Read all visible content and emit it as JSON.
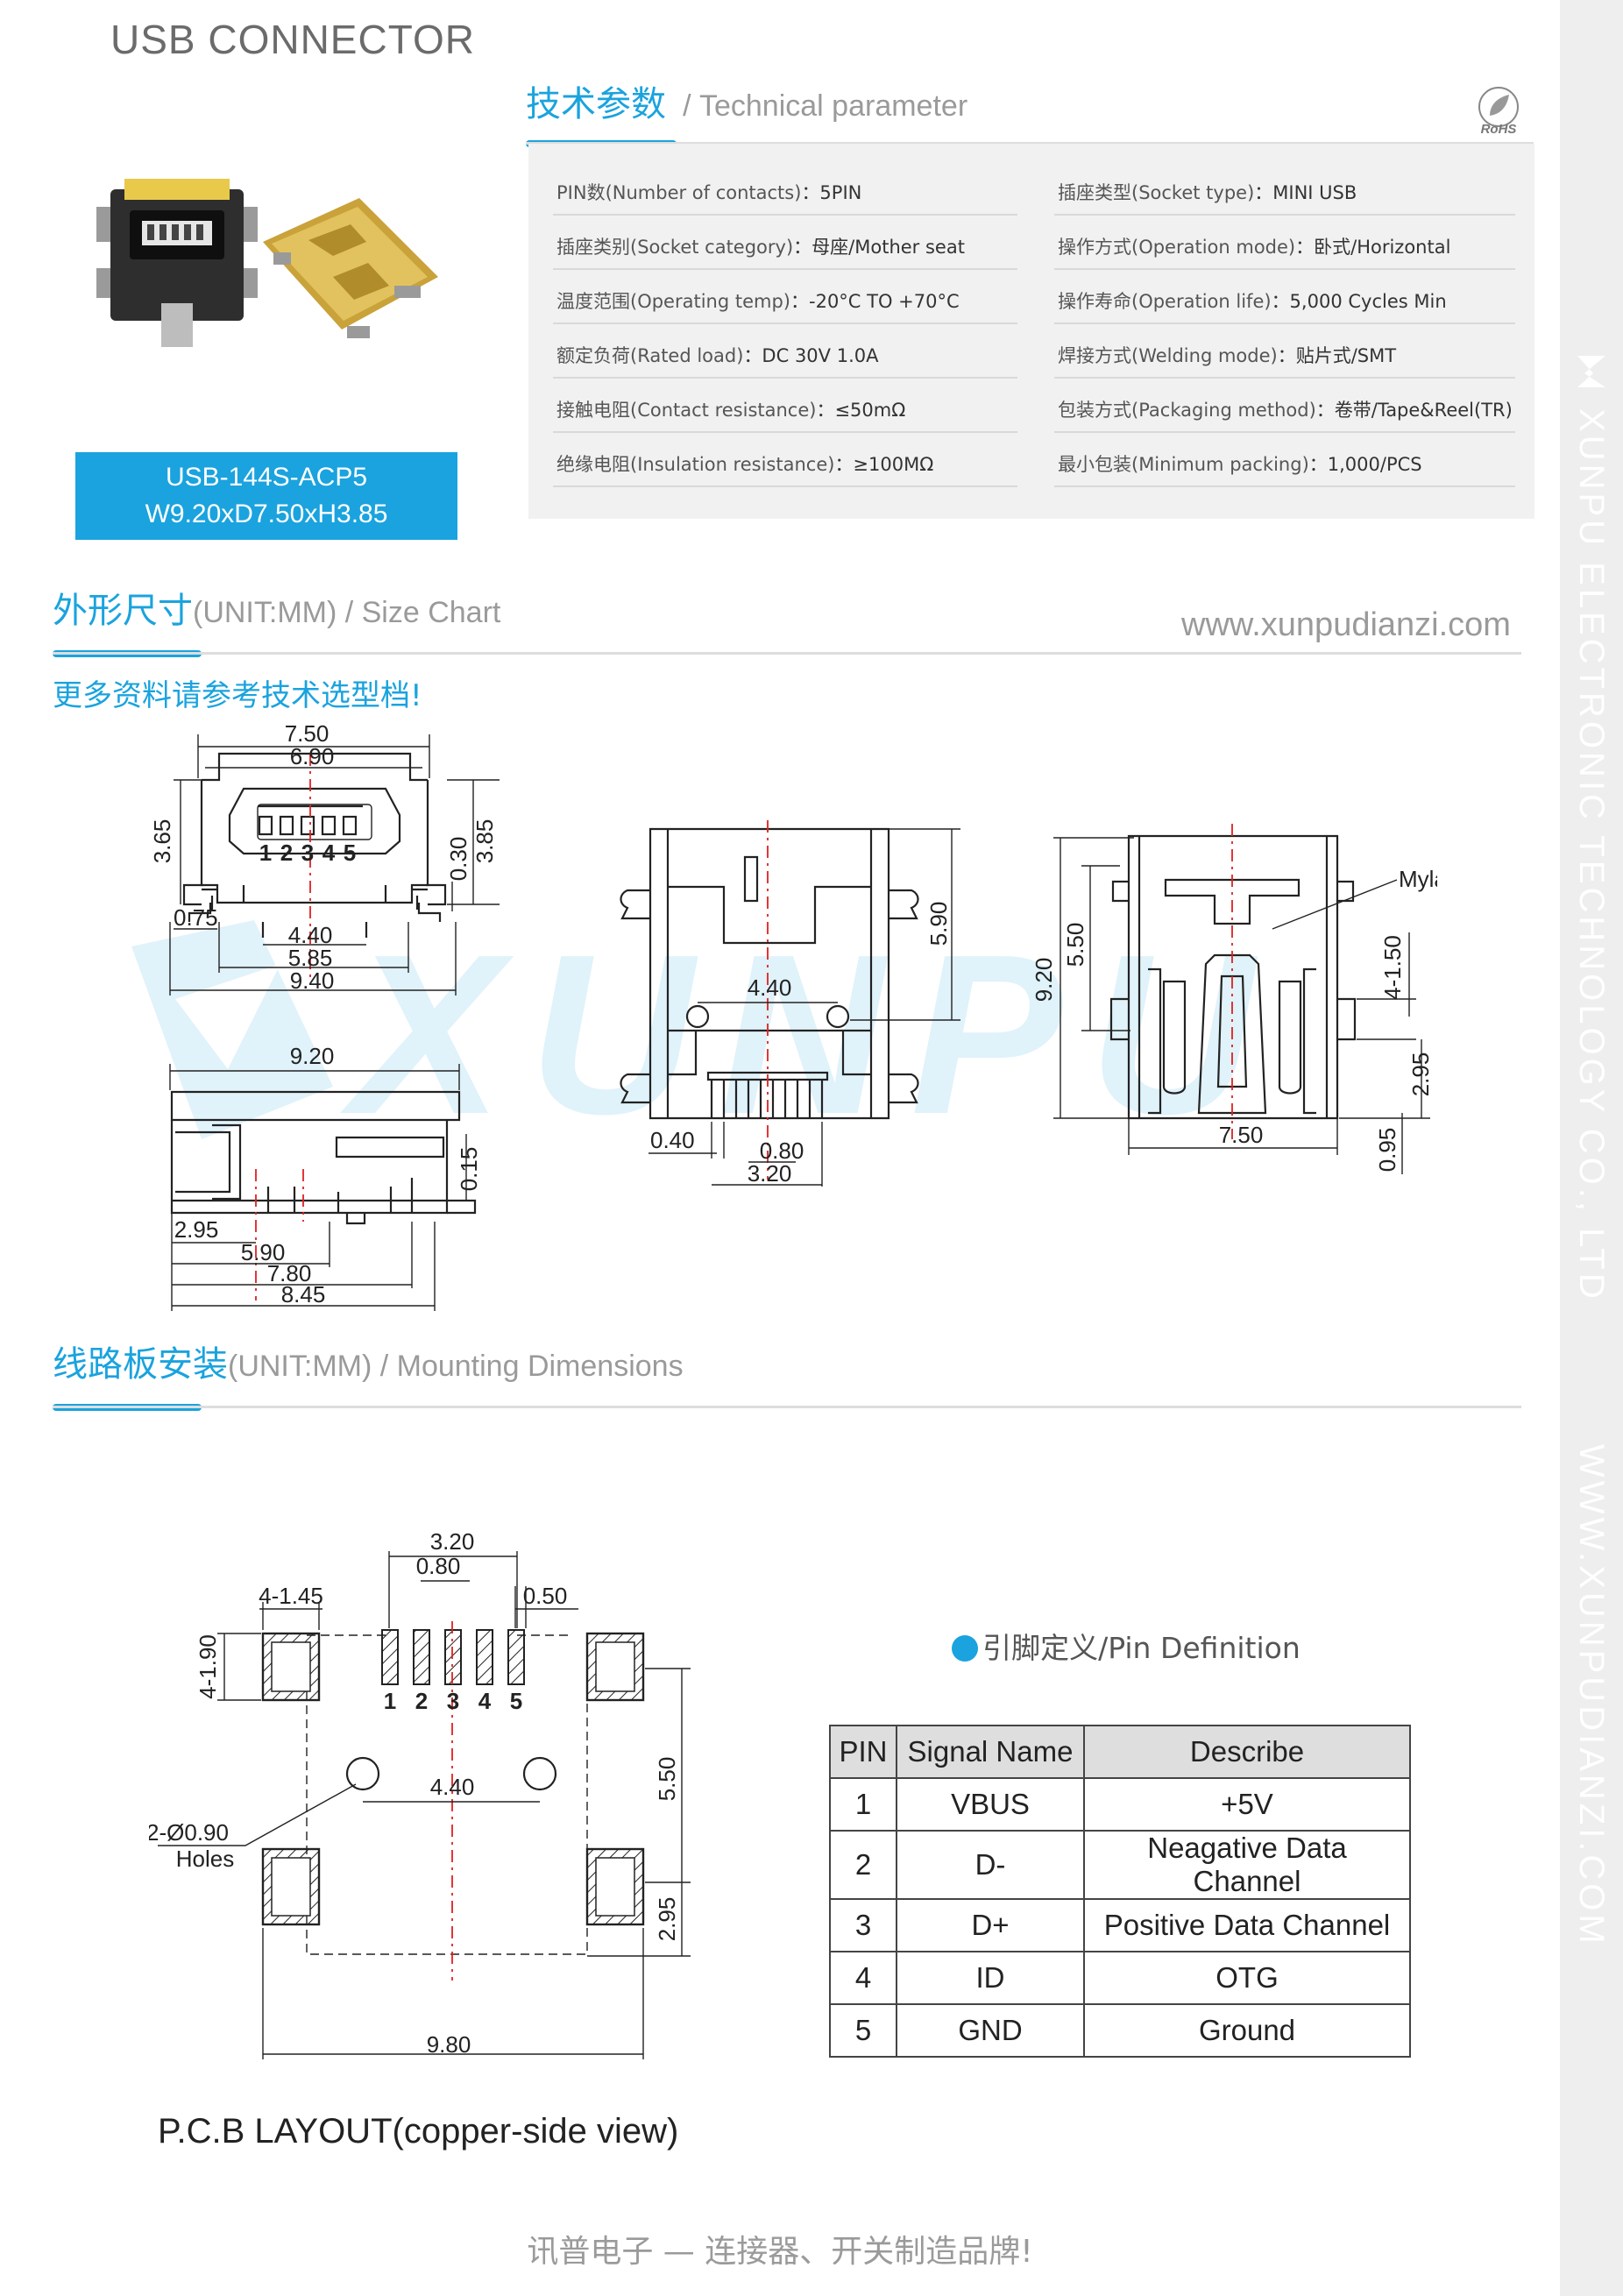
{
  "header": {
    "title": "USB CONNECTOR"
  },
  "tech": {
    "title_cn": "技术参数",
    "title_en": "/ Technical parameter",
    "rohs": "RoHS"
  },
  "params": {
    "left": [
      {
        "label": "PIN数(Number of contacts)",
        "value": "：5PIN"
      },
      {
        "label": "插座类别(Socket category)",
        "value": "：母座/Mother seat"
      },
      {
        "label": "温度范围(Operating temp)",
        "value": "：-20°C TO +70°C"
      },
      {
        "label": "额定负荷(Rated load)",
        "value": "：DC 30V 1.0A"
      },
      {
        "label": "接触电阻(Contact resistance)",
        "value": "：≤50mΩ"
      },
      {
        "label": "绝缘电阻(Insulation resistance)",
        "value": "：≥100MΩ"
      }
    ],
    "right": [
      {
        "label": "插座类型(Socket type)",
        "value": "：MINI USB"
      },
      {
        "label": "操作方式(Operation mode)",
        "value": "：卧式/Horizontal"
      },
      {
        "label": "操作寿命(Operation life)",
        "value": "：5,000 Cycles Min"
      },
      {
        "label": "焊接方式(Welding mode)",
        "value": "：贴片式/SMT"
      },
      {
        "label": "包装方式(Packaging method)",
        "value": "：卷带/Tape&Reel(TR)"
      },
      {
        "label": "最小包装(Minimum packing)",
        "value": "：1,000/PCS"
      }
    ]
  },
  "model": {
    "part": "USB-144S-ACP5",
    "dims": "W9.20xD7.50xH3.85"
  },
  "size_chart": {
    "title_cn": "外形尺寸",
    "title_en": "(UNIT:MM) / Size Chart",
    "website": "www.xunpudianzi.com",
    "note": "更多资料请参考技术选型档!"
  },
  "mounting": {
    "title_cn": "线路板安装",
    "title_en": "(UNIT:MM) / Mounting Dimensions"
  },
  "drawings": {
    "front": {
      "d750": "7.50",
      "d690": "6.90",
      "d365": "3.65",
      "d030": "0.30",
      "d385": "3.85",
      "d075": "0.75",
      "d440": "4.40",
      "d585": "5.85",
      "d940": "9.40",
      "pins": [
        "1",
        "2",
        "3",
        "4",
        "5"
      ]
    },
    "side": {
      "d920": "9.20",
      "d015": "0.15",
      "d295": "2.95",
      "d590": "5.90",
      "d780": "7.80",
      "d845": "8.45"
    },
    "bottom": {
      "d590": "5.90",
      "d440": "4.40",
      "d040": "0.40",
      "d080": "0.80",
      "d320": "3.20"
    },
    "top": {
      "mylar": "Mylar",
      "d920": "9.20",
      "d550": "5.50",
      "d4150": "4-1.50",
      "d295": "2.95",
      "d750": "7.50",
      "d095": "0.95"
    },
    "pcb": {
      "d320": "3.20",
      "d080": "0.80",
      "d050": "0.50",
      "d4145": "4-1.45",
      "d4190": "4-1.90",
      "d440": "4.40",
      "holes": "2-Ø0.90",
      "holes_label": "Holes",
      "d550": "5.50",
      "d295": "2.95",
      "d980": "9.80",
      "pins": [
        "1",
        "2",
        "3",
        "4",
        "5"
      ]
    }
  },
  "pcb_label": "P.C.B LAYOUT(copper-side view)",
  "pin_def": {
    "title": "引脚定义/Pin Definition",
    "headers": [
      "PIN",
      "Signal Name",
      "Describe"
    ],
    "rows": [
      [
        "1",
        "VBUS",
        "+5V"
      ],
      [
        "2",
        "D-",
        "Neagative Data Channel"
      ],
      [
        "3",
        "D+",
        "Positive Data Channel"
      ],
      [
        "4",
        "ID",
        "OTG"
      ],
      [
        "5",
        "GND",
        "Ground"
      ]
    ]
  },
  "sidebar": {
    "company": "XUNPU ELECTRONIC TECHNOLOGY CO., LTD",
    "url": "WWW.XUNPUDIANZI.COM"
  },
  "footer": {
    "slogan": "讯普电子 — 连接器、开关制造品牌!"
  },
  "watermark": {
    "text": "XUNPU"
  },
  "colors": {
    "accent": "#1aa3de",
    "panel": "#f1f1f1",
    "sidebar": "#eeeeee",
    "centerline": "#e02020"
  }
}
